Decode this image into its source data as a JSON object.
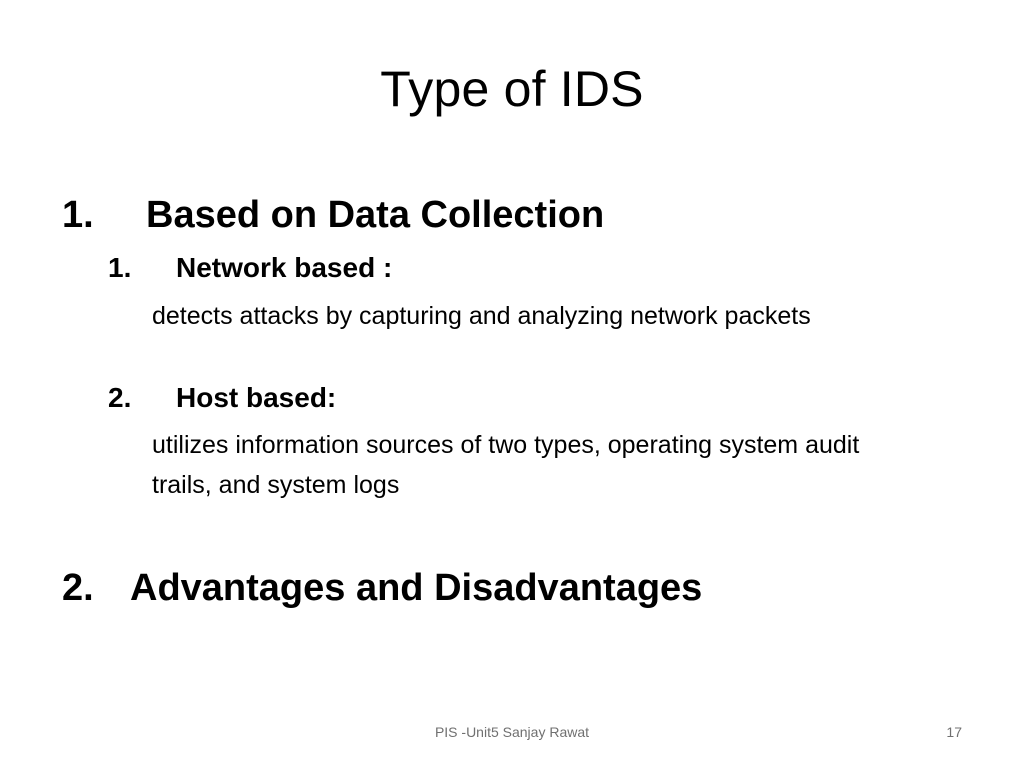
{
  "slide": {
    "title": "Type of IDS",
    "items": [
      {
        "number": "1.",
        "label": "Based on Data Collection",
        "subitems": [
          {
            "number": "1.",
            "label": "Network based :",
            "description": "detects attacks by capturing and analyzing network packets"
          },
          {
            "number": "2.",
            "label": "Host based:",
            "description": "utilizes information sources of two types, operating system audit trails, and system logs"
          }
        ]
      },
      {
        "number": "2.",
        "label": "Advantages and Disadvantages"
      }
    ],
    "footer": "PIS -Unit5 Sanjay Rawat",
    "page_number": "17"
  }
}
